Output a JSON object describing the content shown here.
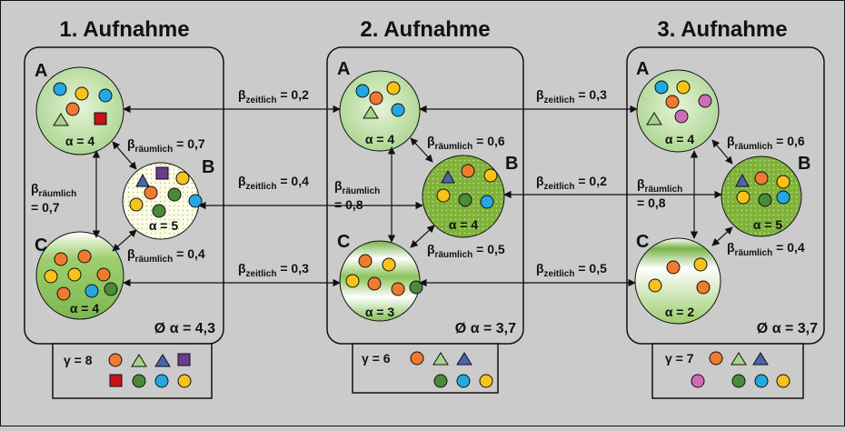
{
  "colors": {
    "orange": "#f07a2f",
    "yellow": "#f8c21a",
    "blue": "#24a8e0",
    "darkgreen": "#4a8a3a",
    "lightgreen": "#a8d48a",
    "purple": "#6a3c92",
    "red": "#c8121a",
    "pink": "#d06bb8",
    "navy": "#4a66b0",
    "background": "#cbcbcb"
  },
  "shapes": {
    "circle": "circle-icon",
    "triangle": "triangle-icon",
    "square": "square-icon"
  },
  "panels": [
    {
      "title": "1. Aufnahme",
      "mean_alpha": "Ø α = 4,3",
      "gamma": "γ = 8",
      "sites": [
        {
          "letter": "A",
          "alpha": "α = 4"
        },
        {
          "letter": "B",
          "alpha": "α = 5"
        },
        {
          "letter": "C",
          "alpha": "α = 4"
        }
      ],
      "spatial": {
        "ab": "0,7",
        "ac": "0,7",
        "bc": "0,4"
      }
    },
    {
      "title": "2. Aufnahme",
      "mean_alpha": "Ø α = 3,7",
      "gamma": "γ = 6",
      "sites": [
        {
          "letter": "A",
          "alpha": "α = 4"
        },
        {
          "letter": "B",
          "alpha": "α = 4"
        },
        {
          "letter": "C",
          "alpha": "α = 3"
        }
      ],
      "spatial": {
        "ab": "0,6",
        "ac": "0,8",
        "bc": "0,5"
      }
    },
    {
      "title": "3. Aufnahme",
      "mean_alpha": "Ø α = 3,7",
      "gamma": "γ = 7",
      "sites": [
        {
          "letter": "A",
          "alpha": "α = 4"
        },
        {
          "letter": "B",
          "alpha": "α = 5"
        },
        {
          "letter": "C",
          "alpha": "α = 2"
        }
      ],
      "spatial": {
        "ab": "0,6",
        "ac": "0,8",
        "bc": "0,4"
      }
    }
  ],
  "temporal": [
    {
      "value": "0,2"
    },
    {
      "value": "0,4"
    },
    {
      "value": "0,3"
    },
    {
      "value": "0,3"
    },
    {
      "value": "0,2"
    },
    {
      "value": "0,5"
    }
  ],
  "labels": {
    "beta": "β",
    "zeitlich": "zeitlich",
    "raeumlich": "räumlich",
    "eq": " = "
  }
}
